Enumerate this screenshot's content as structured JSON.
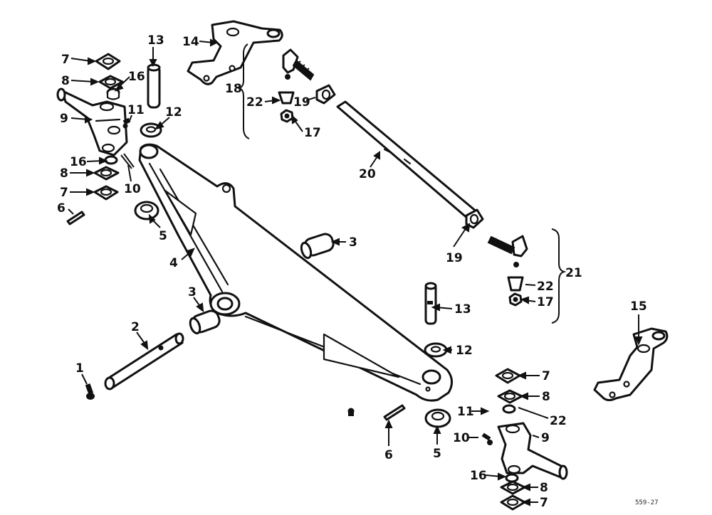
{
  "figure": {
    "plate_number": "559-27",
    "callouts": {
      "c1": "1",
      "c2": "2",
      "c3a": "3",
      "c3b": "3",
      "c4": "4",
      "c5a": "5",
      "c5b": "5",
      "c6a": "6",
      "c6b": "6",
      "c7a": "7",
      "c7b": "7",
      "c7c": "7",
      "c7d": "7",
      "c8a": "8",
      "c8b": "8",
      "c8c": "8",
      "c8d": "8",
      "c9a": "9",
      "c9b": "9",
      "c10a": "10",
      "c10b": "10",
      "c11a": "11",
      "c11b": "11",
      "c12a": "12",
      "c12b": "12",
      "c13a": "13",
      "c13b": "13",
      "c14": "14",
      "c15": "15",
      "c16a": "16",
      "c16b": "16",
      "c16c": "16",
      "c17a": "17",
      "c17b": "17",
      "c18": "18",
      "c19a": "19",
      "c19b": "19",
      "c20": "20",
      "c21": "21",
      "c22a": "22",
      "c22b": "22",
      "c22c": "22"
    }
  }
}
